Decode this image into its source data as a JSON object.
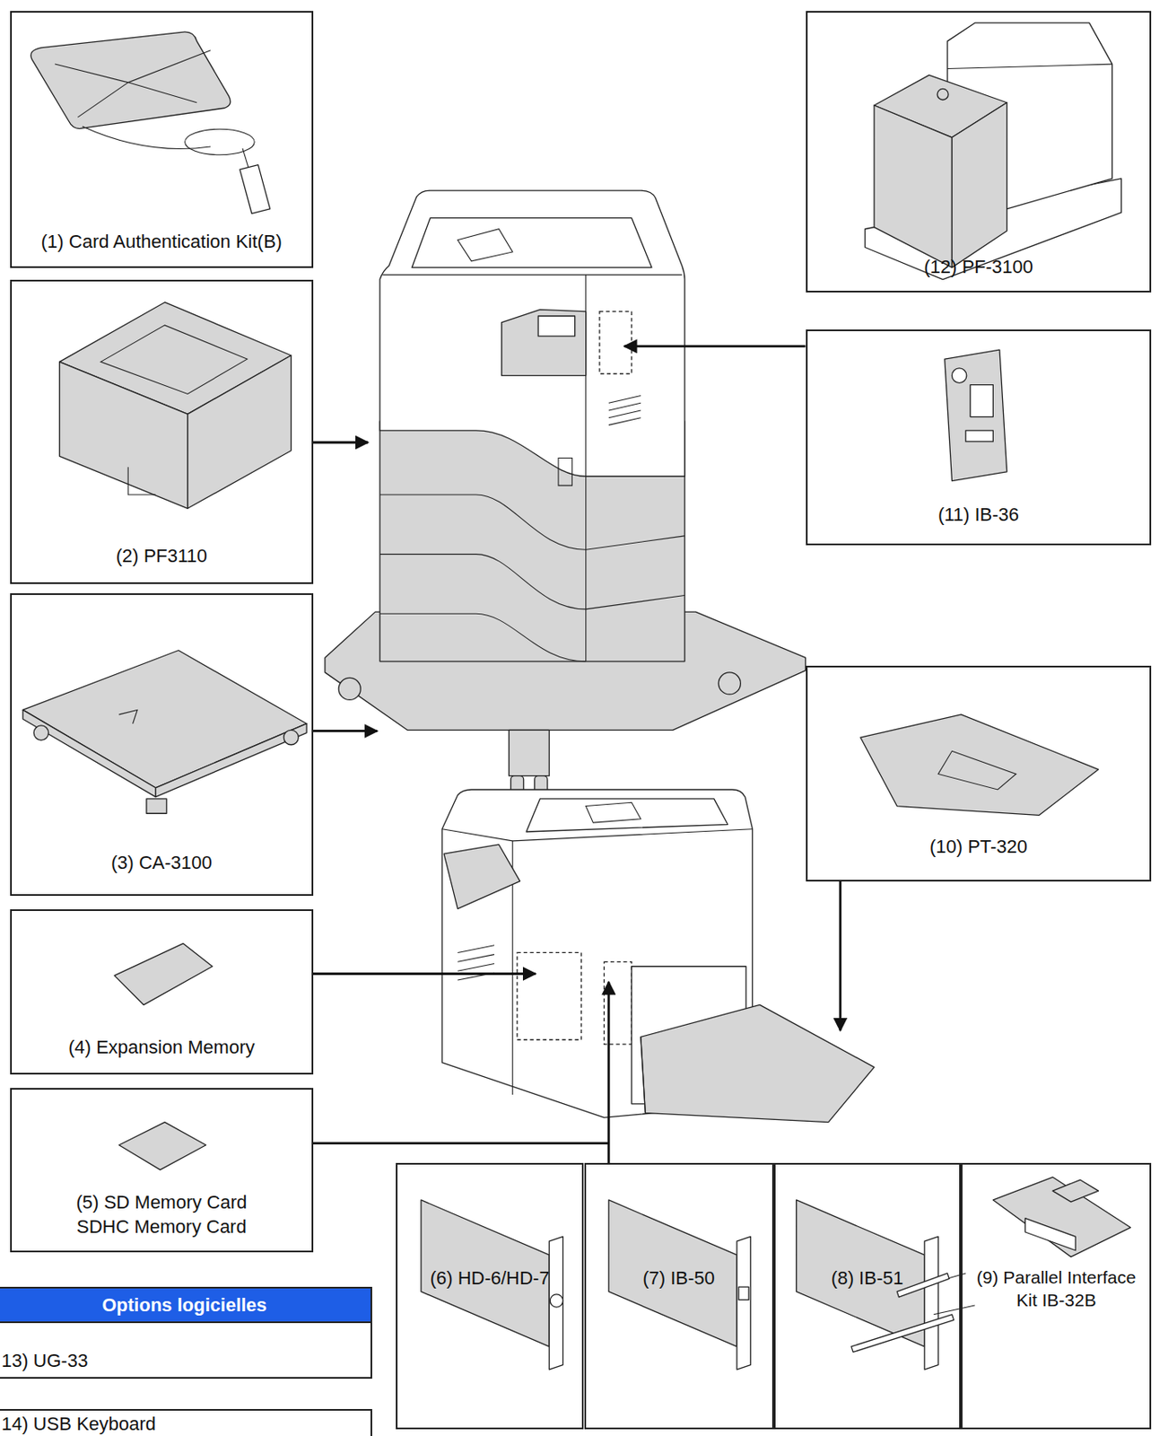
{
  "diagram": {
    "nodes": [
      {
        "text": [
          "(1) Card Authentication Kit(B)"
        ]
      },
      {
        "text": [
          "(2) PF3110"
        ]
      },
      {
        "text": [
          "(3) CA-3100"
        ]
      },
      {
        "text": [
          "(4) Expansion Memory"
        ]
      },
      {
        "text": [
          "(5) SD Memory Card SDHC Memory Card"
        ]
      },
      {
        "text": [
          "(12) PF-3100"
        ]
      },
      {
        "text": [
          "(11) IB-36"
        ]
      },
      {
        "text": [
          "(10) PT-320"
        ]
      },
      {
        "text": [
          "(6) HD-6/HD-7"
        ]
      },
      {
        "text": [
          "(7) IB-50"
        ]
      },
      {
        "text": [
          "(8) IB-51"
        ]
      },
      {
        "text": [
          "(9) Parallel Interface Kit IB-32B"
        ]
      },
      {
        "text": [
          "Options logicielles",
          "13) UG-33"
        ]
      },
      {
        "text": [
          "14) USB Keyboard"
        ]
      }
    ]
  }
}
